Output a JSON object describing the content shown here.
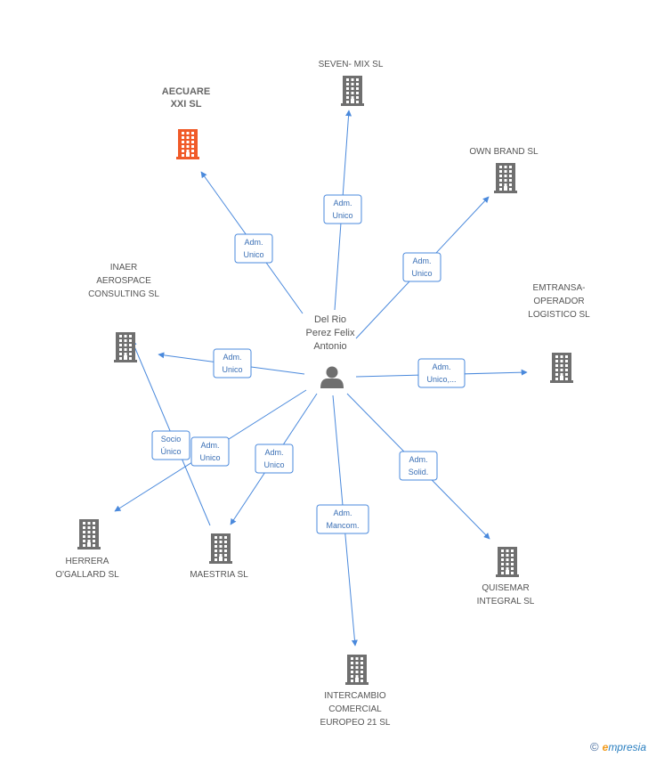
{
  "center": {
    "name_lines": [
      "Del Rio",
      "Perez Felix",
      "Antonio"
    ],
    "icon": "person-icon"
  },
  "companies": [
    {
      "id": "aecuare",
      "lines": [
        "AECUARE",
        "XXI SL"
      ],
      "highlight": true,
      "color": "#f05a28"
    },
    {
      "id": "seven-mix",
      "lines": [
        "SEVEN- MIX SL"
      ],
      "highlight": false,
      "color": "#6f6f6f"
    },
    {
      "id": "own-brand",
      "lines": [
        "OWN BRAND SL"
      ],
      "highlight": false,
      "color": "#6f6f6f"
    },
    {
      "id": "inaer",
      "lines": [
        "INAER",
        "AEROSPACE",
        "CONSULTING SL"
      ],
      "highlight": false,
      "color": "#6f6f6f"
    },
    {
      "id": "emtransa",
      "lines": [
        "EMTRANSA-",
        "OPERADOR",
        "LOGISTICO SL"
      ],
      "highlight": false,
      "color": "#6f6f6f"
    },
    {
      "id": "herrera",
      "lines": [
        "HERRERA",
        "O'GALLARD SL"
      ],
      "highlight": false,
      "color": "#6f6f6f"
    },
    {
      "id": "maestria",
      "lines": [
        "MAESTRIA SL"
      ],
      "highlight": false,
      "color": "#6f6f6f"
    },
    {
      "id": "quisemar",
      "lines": [
        "QUISEMAR",
        "INTEGRAL SL"
      ],
      "highlight": false,
      "color": "#6f6f6f"
    },
    {
      "id": "intercambio",
      "lines": [
        "INTERCAMBIO",
        "COMERCIAL",
        "EUROPEO 21 SL"
      ],
      "highlight": false,
      "color": "#6f6f6f"
    }
  ],
  "relations": [
    {
      "id": "r-seven",
      "target": "seven-mix",
      "lines": [
        "Adm.",
        "Unico"
      ]
    },
    {
      "id": "r-aecuare",
      "target": "aecuare",
      "lines": [
        "Adm.",
        "Unico"
      ]
    },
    {
      "id": "r-own",
      "target": "own-brand",
      "lines": [
        "Adm.",
        "Unico"
      ]
    },
    {
      "id": "r-inaer",
      "target": "inaer",
      "lines": [
        "Adm.",
        "Unico"
      ]
    },
    {
      "id": "r-emtransa",
      "target": "emtransa",
      "lines": [
        "Adm.",
        "Unico,..."
      ]
    },
    {
      "id": "r-herrera",
      "target": "herrera",
      "lines": [
        "Adm.",
        "Unico"
      ]
    },
    {
      "id": "r-maestria",
      "target": "maestria",
      "lines": [
        "Adm.",
        "Unico"
      ]
    },
    {
      "id": "r-quisemar",
      "target": "quisemar",
      "lines": [
        "Adm.",
        "Solid."
      ]
    },
    {
      "id": "r-intercambio",
      "target": "intercambio",
      "lines": [
        "Adm.",
        "Mancom."
      ]
    },
    {
      "id": "r-socio",
      "target": "inaer",
      "lines": [
        "Socio",
        "Único"
      ]
    }
  ],
  "footer": {
    "copyright": "©",
    "brand_first": "e",
    "brand_rest": "mpresia"
  },
  "colors": {
    "edge": "#4a89dc",
    "building": "#6f6f6f",
    "building_highlight": "#f05a28",
    "person": "#6f6f6f"
  }
}
